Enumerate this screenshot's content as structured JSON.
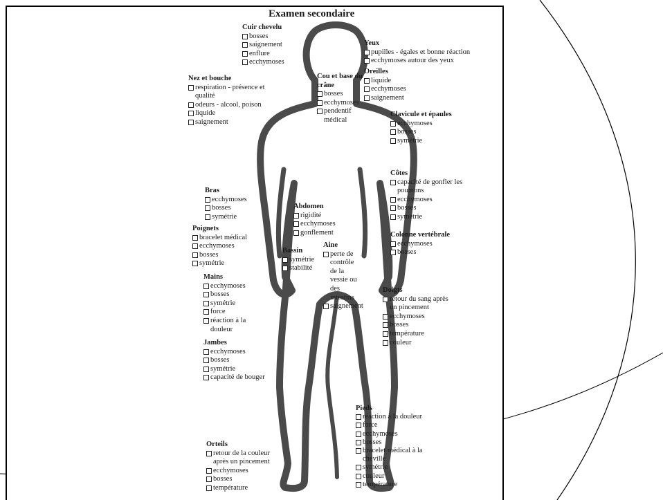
{
  "figure_title": "Examen secondaire",
  "groups": {
    "cuir": {
      "title": "Cuir chevelu",
      "items": [
        "bosses",
        "saignement",
        "enflure",
        "ecchymoses"
      ]
    },
    "nez": {
      "title": "Nez et bouche",
      "items": [
        "respiration - présence et qualité",
        "odeurs - alcool, poison",
        "liquide",
        "saignement"
      ]
    },
    "cou": {
      "title": "Cou et base du crâne",
      "items": [
        "bosses",
        "ecchymoses",
        "pendentif médical"
      ]
    },
    "yeux": {
      "title": "Yeux",
      "items": [
        "pupilles - égales et bonne réaction",
        "ecchymoses autour des yeux"
      ]
    },
    "oreilles": {
      "title": "Oreilles",
      "items": [
        "liquide",
        "ecchymoses",
        "saignement"
      ]
    },
    "clavicule": {
      "title": "Clavicule et épaules",
      "items": [
        "ecchymoses",
        "bosses",
        "symétrie"
      ]
    },
    "cotes": {
      "title": "Côtes",
      "items": [
        "capacité de gonfler les poumons",
        "ecchymoses",
        "bosses",
        "symétrie"
      ]
    },
    "colonne": {
      "title": "Colonne vertébrale",
      "items": [
        "ecchymoses",
        "bosses"
      ]
    },
    "bras": {
      "title": "Bras",
      "items": [
        "ecchymoses",
        "bosses",
        "symétrie"
      ]
    },
    "poignets": {
      "title": "Poignets",
      "items": [
        "bracelet médical",
        "ecchymoses",
        "bosses",
        "symétrie"
      ]
    },
    "abdomen": {
      "title": "Abdomen",
      "items": [
        "rigidité",
        "ecchymoses",
        "gonflement"
      ]
    },
    "bassin": {
      "title": "Bassin",
      "items": [
        "symétrie",
        "stabilité"
      ]
    },
    "aine": {
      "title": "Aine",
      "items": [
        "perte de contrôle de la vessie ou des intestins",
        "saignement"
      ]
    },
    "mains": {
      "title": "Mains",
      "items": [
        "ecchymoses",
        "bosses",
        "symétrie",
        "force",
        "réaction à la douleur"
      ]
    },
    "doigts": {
      "title": "Doigts",
      "items": [
        "retour du sang après un pincement",
        "ecchymoses",
        "bosses",
        "température",
        "couleur"
      ]
    },
    "jambes": {
      "title": "Jambes",
      "items": [
        "ecchymoses",
        "bosses",
        "symétrie",
        "capacité de bouger"
      ]
    },
    "pieds": {
      "title": "Pieds",
      "items": [
        "réaction à la douleur",
        "force",
        "ecchymoses",
        "bosses",
        "bracelet médical à la cheville",
        "symétrie",
        "couleur",
        "température"
      ]
    },
    "orteils": {
      "title": "Orteils",
      "items": [
        "retour de la couleur après un pincement",
        "ecchymoses",
        "bosses",
        "température"
      ]
    }
  }
}
